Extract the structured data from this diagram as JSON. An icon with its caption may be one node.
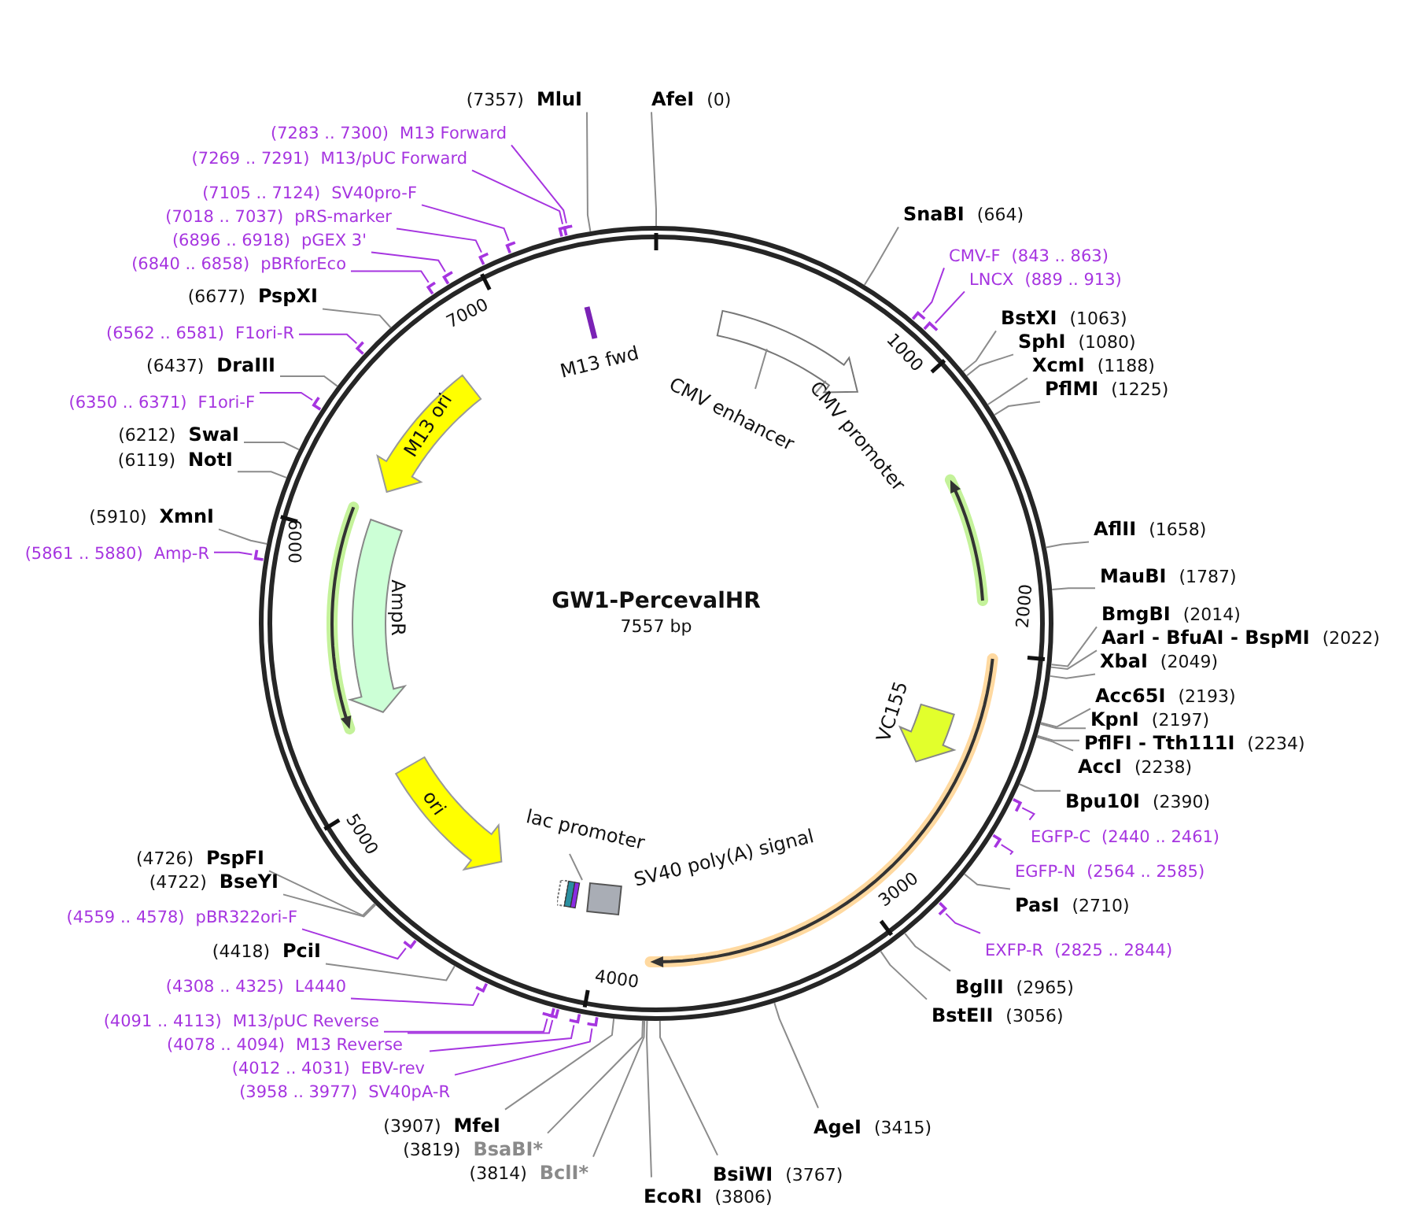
{
  "diagram": {
    "title": "GW1-PercevalHR",
    "nodes": [
      {
        "text": [
          "(7357)",
          "MluI"
        ]
      },
      {
        "text": [
          "AfeI",
          "(0)"
        ]
      },
      {
        "text": [
          "(7283 .. 7300)",
          "M13 Forward"
        ]
      },
      {
        "text": [
          "(7269 .. 7291)",
          "M13/pUC Forward"
        ]
      },
      {
        "text": [
          "(7105 .. 7124)",
          "SV40pro-F"
        ]
      },
      {
        "text": [
          "(7018 .. 7037)",
          "pRS-marker"
        ]
      },
      {
        "text": [
          "(6896 .. 6918)",
          "pGEX 3'"
        ]
      },
      {
        "text": [
          "(6840 .. 6858)",
          "pBRforEco"
        ]
      },
      {
        "text": [
          "(6677)",
          "PspXI"
        ]
      },
      {
        "text": [
          "(6562 .. 6581)",
          "F1ori-R"
        ]
      },
      {
        "text": [
          "(6437)",
          "DraIII"
        ]
      },
      {
        "text": [
          "(6350 .. 6371)",
          "F1ori-F"
        ]
      },
      {
        "text": [
          "(6212)",
          "SwaI"
        ]
      },
      {
        "text": [
          "(6119)",
          "NotI"
        ]
      },
      {
        "text": [
          "(5910)",
          "XmnI"
        ]
      },
      {
        "text": [
          "(5861 .. 5880)",
          "Amp-R"
        ]
      },
      {
        "text": [
          "(4726)",
          "PspFI"
        ]
      },
      {
        "text": [
          "(4722)",
          "BseYI"
        ]
      },
      {
        "text": [
          "(4559 .. 4578)",
          "pBR322ori-F"
        ]
      },
      {
        "text": [
          "(4418)",
          "PciI"
        ]
      },
      {
        "text": [
          "(4308 .. 4325)",
          "L4440"
        ]
      },
      {
        "text": [
          "(4091 .. 4113)",
          "M13/pUC Reverse"
        ]
      },
      {
        "text": [
          "(4078 .. 4094)",
          "M13 Reverse"
        ]
      },
      {
        "text": [
          "(4012 .. 4031)",
          "EBV-rev"
        ]
      },
      {
        "text": [
          "(3958 .. 3977)",
          "SV40pA-R"
        ]
      },
      {
        "text": [
          "(3907)",
          "MfeI"
        ]
      },
      {
        "text": [
          "(3819)",
          "BsaBI*"
        ]
      },
      {
        "text": [
          "(3814)",
          "BclI*"
        ]
      },
      {
        "text": [
          "EcoRI",
          "(3806)"
        ]
      },
      {
        "text": [
          "BsiWI",
          "(3767)"
        ]
      },
      {
        "text": [
          "AgeI",
          "(3415)"
        ]
      },
      {
        "text": [
          "SnaBI",
          "(664)"
        ]
      },
      {
        "text": [
          "CMV-F",
          "(843 .. 863)"
        ]
      },
      {
        "text": [
          "LNCX",
          "(889 .. 913)"
        ]
      },
      {
        "text": [
          "BstXI",
          "(1063)"
        ]
      },
      {
        "text": [
          "SphI",
          "(1080)"
        ]
      },
      {
        "text": [
          "XcmI",
          "(1188)"
        ]
      },
      {
        "text": [
          "PflMI",
          "(1225)"
        ]
      },
      {
        "text": [
          "AflII",
          "(1658)"
        ]
      },
      {
        "text": [
          "MauBI",
          "(1787)"
        ]
      },
      {
        "text": [
          "BmgBI",
          "(2014)"
        ]
      },
      {
        "text": [
          "AarI - BfuAI - BspMI",
          "(2022)"
        ]
      },
      {
        "text": [
          "XbaI",
          "(2049)"
        ]
      },
      {
        "text": [
          "Acc65I",
          "(2193)"
        ]
      },
      {
        "text": [
          "KpnI",
          "(2197)"
        ]
      },
      {
        "text": [
          "PflFI - Tth111I",
          "(2234)"
        ]
      },
      {
        "text": [
          "AccI",
          "(2238)"
        ]
      },
      {
        "text": [
          "Bpu10I",
          "(2390)"
        ]
      },
      {
        "text": [
          "EGFP-C",
          "(2440 .. 2461)"
        ]
      },
      {
        "text": [
          "EGFP-N",
          "(2564 .. 2585)"
        ]
      },
      {
        "text": [
          "PasI",
          "(2710)"
        ]
      },
      {
        "text": [
          "EXFP-R",
          "(2825 .. 2844)"
        ]
      },
      {
        "text": [
          "BglII",
          "(2965)"
        ]
      },
      {
        "text": [
          "BstEII",
          "(3056)"
        ]
      },
      {
        "text": [
          "M13 fwd"
        ]
      },
      {
        "text": [
          "CMV enhancer"
        ]
      },
      {
        "text": [
          "CMV promoter"
        ]
      },
      {
        "text": [
          "M13 ori"
        ]
      },
      {
        "text": [
          "AmpR"
        ]
      },
      {
        "text": [
          "ori"
        ]
      },
      {
        "text": [
          "lac promoter"
        ]
      },
      {
        "text": [
          "SV40 poly(A) signal"
        ]
      },
      {
        "text": [
          "VC155"
        ]
      },
      {
        "text": [],
        "shape": "picture"
      }
    ],
    "edges": [
      {
        "from": 0,
        "to": null,
        "arrow": "none"
      },
      {
        "from": 1,
        "to": null,
        "arrow": "none"
      },
      {
        "from": 2,
        "to": null,
        "arrow": "none",
        "color": "#a635e0"
      },
      {
        "from": 3,
        "to": null,
        "arrow": "none",
        "color": "#a635e0"
      },
      {
        "from": 4,
        "to": null,
        "arrow": "none",
        "color": "#a635e0"
      },
      {
        "from": 5,
        "to": null,
        "arrow": "none",
        "color": "#a635e0"
      },
      {
        "from": 6,
        "to": null,
        "arrow": "none",
        "color": "#a635e0"
      },
      {
        "from": 7,
        "to": null,
        "arrow": "none",
        "color": "#a635e0"
      },
      {
        "from": 8,
        "to": null,
        "arrow": "none"
      },
      {
        "from": 9,
        "to": null,
        "arrow": "none",
        "color": "#a635e0"
      },
      {
        "from": 10,
        "to": null,
        "arrow": "none"
      },
      {
        "from": 11,
        "to": null,
        "arrow": "none",
        "color": "#a635e0"
      },
      {
        "from": 12,
        "to": null,
        "arrow": "none"
      },
      {
        "from": 13,
        "to": null,
        "arrow": "none"
      },
      {
        "from": 14,
        "to": null,
        "arrow": "none"
      },
      {
        "from": 15,
        "to": null,
        "arrow": "none",
        "color": "#a635e0"
      },
      {
        "from": 16,
        "to": null,
        "arrow": "none"
      },
      {
        "from": 17,
        "to": null,
        "arrow": "none"
      },
      {
        "from": 18,
        "to": null,
        "arrow": "none",
        "color": "#a635e0"
      },
      {
        "from": 19,
        "to": null,
        "arrow": "none"
      },
      {
        "from": 20,
        "to": null,
        "arrow": "none",
        "color": "#a635e0"
      },
      {
        "from": 21,
        "to": null,
        "arrow": "none",
        "color": "#a635e0"
      },
      {
        "from": 22,
        "to": null,
        "arrow": "none",
        "color": "#a635e0"
      },
      {
        "from": 23,
        "to": null,
        "arrow": "none",
        "color": "#a635e0"
      },
      {
        "from": 24,
        "to": null,
        "arrow": "none",
        "color": "#a635e0"
      },
      {
        "from": 25,
        "to": null,
        "arrow": "none"
      },
      {
        "from": 26,
        "to": null,
        "arrow": "none"
      },
      {
        "from": 27,
        "to": null,
        "arrow": "none"
      },
      {
        "from": 28,
        "to": null,
        "arrow": "none"
      },
      {
        "from": 29,
        "to": null,
        "arrow": "none"
      },
      {
        "from": 30,
        "to": null,
        "arrow": "none"
      },
      {
        "from": 31,
        "to": null,
        "arrow": "none"
      },
      {
        "from": 32,
        "to": null,
        "arrow": "none",
        "color": "#a635e0"
      },
      {
        "from": 33,
        "to": null,
        "arrow": "none",
        "color": "#a635e0"
      },
      {
        "from": 34,
        "to": null,
        "arrow": "none"
      },
      {
        "from": 35,
        "to": null,
        "arrow": "none"
      },
      {
        "from": 36,
        "to": null,
        "arrow": "none"
      },
      {
        "from": 37,
        "to": null,
        "arrow": "none"
      },
      {
        "from": 38,
        "to": null,
        "arrow": "none"
      },
      {
        "from": 39,
        "to": null,
        "arrow": "none"
      },
      {
        "from": 40,
        "to": null,
        "arrow": "none"
      },
      {
        "from": 41,
        "to": null,
        "arrow": "none"
      },
      {
        "from": 42,
        "to": null,
        "arrow": "none"
      },
      {
        "from": 43,
        "to": null,
        "arrow": "none"
      },
      {
        "from": 44,
        "to": null,
        "arrow": "none"
      },
      {
        "from": 45,
        "to": null,
        "arrow": "none"
      },
      {
        "from": 46,
        "to": null,
        "arrow": "none"
      },
      {
        "from": 47,
        "to": null,
        "arrow": "none"
      },
      {
        "from": 48,
        "to": null,
        "arrow": "none",
        "color": "#a635e0"
      },
      {
        "from": 49,
        "to": null,
        "arrow": "none",
        "color": "#a635e0"
      },
      {
        "from": 50,
        "to": null,
        "arrow": "none"
      },
      {
        "from": 51,
        "to": null,
        "arrow": "none",
        "color": "#a635e0"
      },
      {
        "from": 52,
        "to": null,
        "arrow": "none"
      },
      {
        "from": 53,
        "to": null,
        "arrow": "none"
      },
      {
        "from": 55,
        "to": null,
        "arrow": "none"
      },
      {
        "from": 56,
        "to": null,
        "arrow": "none"
      },
      {
        "from": 60,
        "to": 63,
        "arrow": "none"
      }
    ],
    "labels": [
      "7557 bp",
      "1000",
      "2000",
      "3000",
      "4000",
      "5000",
      "6000",
      "7000"
    ]
  }
}
